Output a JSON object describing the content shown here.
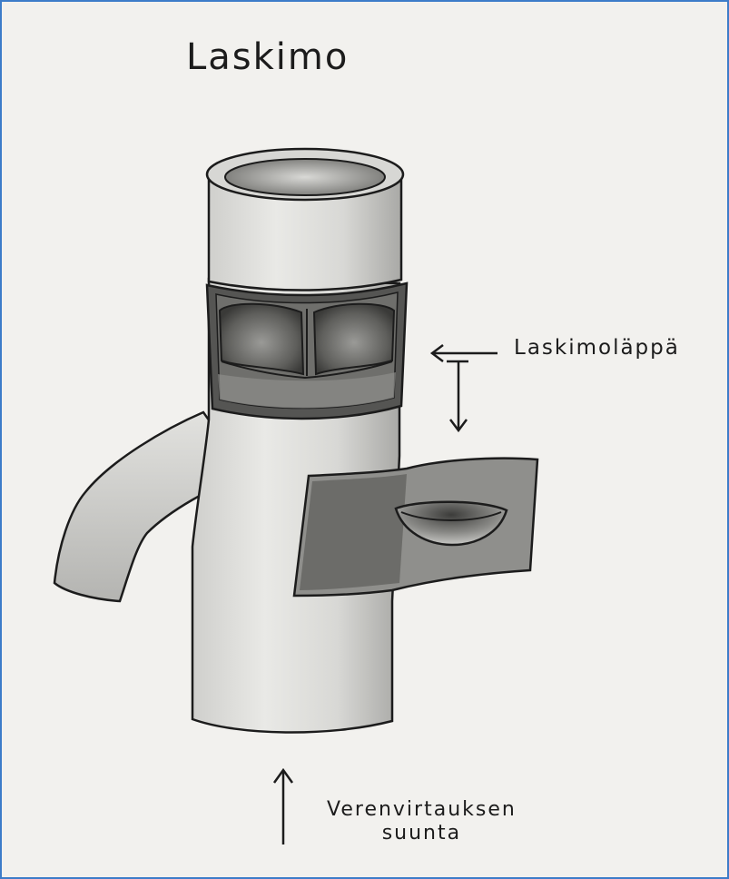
{
  "diagram": {
    "title": "Laskimo",
    "valve_label": "Laskimoläppä",
    "flow_direction_label": {
      "line1": "Verenvirtauksen",
      "line2": "suunta"
    }
  },
  "colors": {
    "frame_border": "#3d7cc9",
    "paper": "#f2f1ee",
    "ink": "#1c1c1c"
  }
}
